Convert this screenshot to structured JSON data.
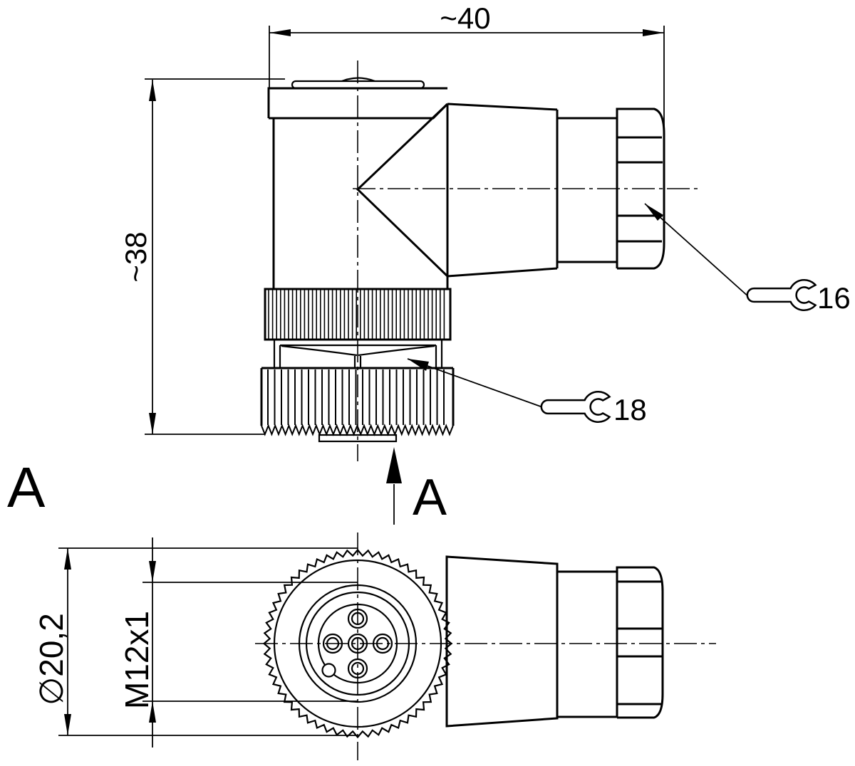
{
  "side_view": {
    "width_dimension": "~40",
    "height_dimension": "~38",
    "wrench_size_cap": "16",
    "wrench_size_nut": "18",
    "section_arrow_label": "A"
  },
  "section_label_left": "A",
  "front_view": {
    "outer_diameter": "∅20,2",
    "thread_spec": "M12x1"
  },
  "colors": {
    "line": "#000000",
    "background": "#ffffff"
  }
}
